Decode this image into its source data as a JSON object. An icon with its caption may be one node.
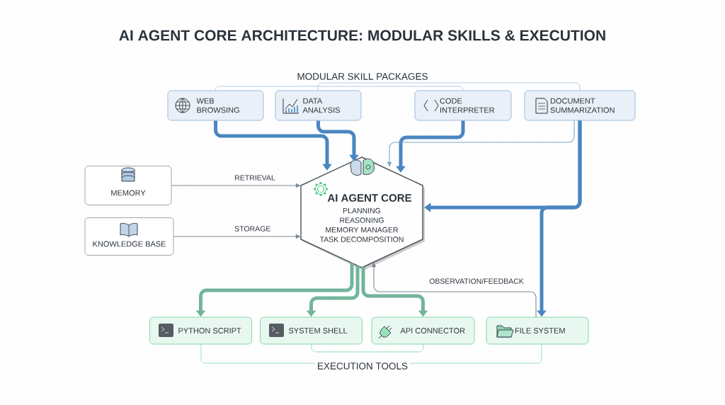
{
  "diagram": {
    "title": "AI AGENT CORE ARCHITECTURE: MODULAR SKILLS & EXECUTION",
    "nodes": [
      {
        "text": [
          "WEB BROWSING"
        ]
      },
      {
        "text": [
          "DATA ANALYSIS"
        ]
      },
      {
        "text": [
          "CODE INTERPRETER"
        ]
      },
      {
        "text": [
          "DOCUMENT SUMMARIZATION"
        ]
      },
      {
        "text": [
          "MEMORY"
        ]
      },
      {
        "text": [
          "KNOWLEDGE BASE"
        ]
      },
      {
        "text": [
          "AI AGENT CORE",
          "PLANNING",
          "REASONING",
          "MEMORY MANAGER",
          "TASK DECOMPOSITION"
        ]
      },
      {
        "text": [
          "PYTHON SCRIPT"
        ]
      },
      {
        "text": [
          "SYSTEM SHELL"
        ]
      },
      {
        "text": [
          "API CONNECTOR"
        ]
      },
      {
        "text": [
          "FILE SYSTEM"
        ]
      }
    ],
    "edges": [
      {
        "from": 0,
        "to": 6,
        "arrow": "to"
      },
      {
        "from": 1,
        "to": 6,
        "arrow": "to"
      },
      {
        "from": 2,
        "to": 6,
        "arrow": "to"
      },
      {
        "from": 3,
        "to": 6,
        "arrow": "to",
        "color": "#7fa3c4"
      },
      {
        "from": 3,
        "to": 6,
        "arrow": "to"
      },
      {
        "from": 3,
        "to": 10,
        "arrow": "to"
      },
      {
        "from": 4,
        "to": 6,
        "arrow": "to",
        "label": "RETRIEVAL",
        "color": "#7b8794"
      },
      {
        "from": 5,
        "to": 6,
        "arrow": "to",
        "label": "STORAGE",
        "color": "#7b8794"
      },
      {
        "from": 6,
        "to": 7,
        "arrow": "to",
        "color": "#72b59a"
      },
      {
        "from": 6,
        "to": 8,
        "arrow": "to",
        "color": "#72b59a"
      },
      {
        "from": 6,
        "to": 9,
        "arrow": "to",
        "color": "#72b59a"
      },
      {
        "from": 10,
        "to": 6,
        "arrow": "to",
        "label": "OBSERVATION/FEEDBACK",
        "color": "#7b8794"
      }
    ],
    "labels": [
      "MODULAR SKILL PACKAGES",
      "EXECUTION TOOLS"
    ]
  }
}
